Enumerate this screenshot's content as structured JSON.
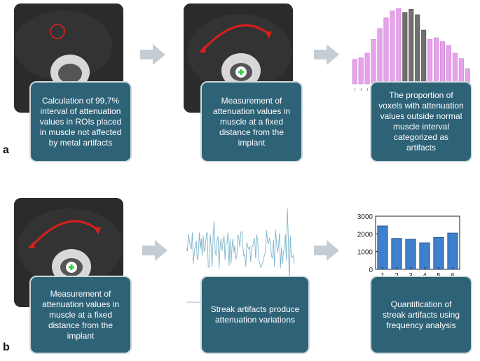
{
  "panels": [
    {
      "label": "a",
      "boxes": [
        "Calculation of 99,7% interval of attenuation values in ROIs placed in muscle not affected by metal artifacts",
        "Measurement of attenuation values in muscle at a fixed distance from the implant",
        "The proportion of voxels with attenuation values outside normal muscle interval categorized as artifacts"
      ]
    },
    {
      "label": "b",
      "boxes": [
        "Measurement of attenuation values in muscle at a fixed distance from the implant",
        "Streak artifacts produce attenuation variations",
        "Quantification of streak artifacts using frequency analysis"
      ]
    }
  ],
  "histogram": {
    "bars": [
      {
        "value": 0.32,
        "color": "#e8a2ec"
      },
      {
        "value": 0.34,
        "color": "#e8a2ec"
      },
      {
        "value": 0.4,
        "color": "#e8a2ec"
      },
      {
        "value": 0.58,
        "color": "#e8a2ec"
      },
      {
        "value": 0.72,
        "color": "#e8a2ec"
      },
      {
        "value": 0.86,
        "color": "#e8a2ec"
      },
      {
        "value": 0.95,
        "color": "#e8a2ec"
      },
      {
        "value": 0.98,
        "color": "#e8a2ec"
      },
      {
        "value": 0.93,
        "color": "#707070"
      },
      {
        "value": 0.97,
        "color": "#707070"
      },
      {
        "value": 0.9,
        "color": "#707070"
      },
      {
        "value": 0.7,
        "color": "#707070"
      },
      {
        "value": 0.58,
        "color": "#e8a2ec"
      },
      {
        "value": 0.6,
        "color": "#e8a2ec"
      },
      {
        "value": 0.55,
        "color": "#e8a2ec"
      },
      {
        "value": 0.5,
        "color": "#e8a2ec"
      },
      {
        "value": 0.4,
        "color": "#e8a2ec"
      },
      {
        "value": 0.33,
        "color": "#e8a2ec"
      },
      {
        "value": 0.2,
        "color": "#e8a2ec"
      }
    ]
  },
  "chart_data": {
    "type": "bar",
    "categories": [
      "1",
      "2",
      "3",
      "4",
      "5",
      "6"
    ],
    "values": [
      2450,
      1750,
      1700,
      1500,
      1800,
      2050
    ],
    "ylim": [
      0,
      3000
    ],
    "yticks": [
      "0",
      "1000",
      "2000",
      "3000"
    ],
    "bar_color": "#3f7fcb",
    "title": "",
    "xlabel": "",
    "ylabel": ""
  },
  "colors": {
    "box_fill": "#2e6277",
    "arrow": "#c3cdd3",
    "arc": "#d9201a",
    "implant_marker": "#2ecc40"
  }
}
